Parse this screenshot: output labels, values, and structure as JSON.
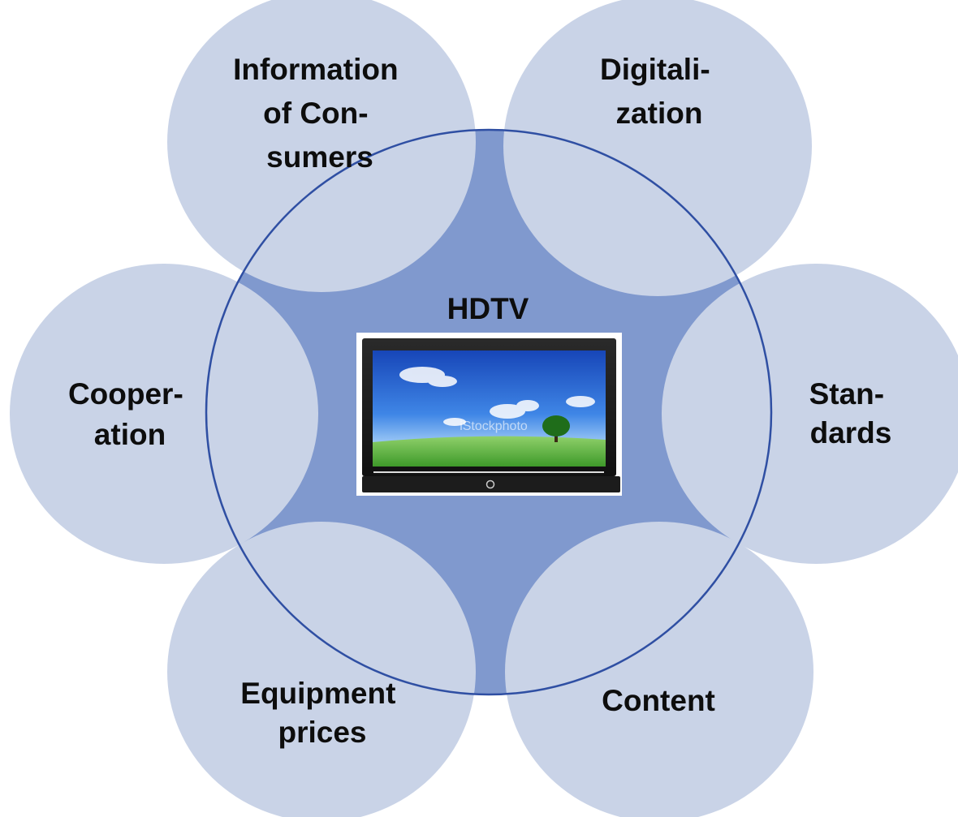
{
  "diagram": {
    "center": {
      "label": "HDTV"
    },
    "nodes": [
      {
        "id": "information",
        "lines": [
          "Information",
          "of Con-",
          "sumers"
        ]
      },
      {
        "id": "digitalization",
        "lines": [
          "Digitali-",
          "zation"
        ]
      },
      {
        "id": "standards",
        "lines": [
          "Stan-",
          "dards"
        ]
      },
      {
        "id": "content",
        "lines": [
          "Content"
        ]
      },
      {
        "id": "equipment",
        "lines": [
          "Equipment",
          "prices"
        ]
      },
      {
        "id": "cooperation",
        "lines": [
          "Cooper-",
          "ation"
        ]
      }
    ],
    "tv_watermark": "iStockphoto"
  },
  "colors": {
    "outer_circle_fill": "#c9d3e7",
    "overlap_fill": "#8099ce",
    "center_outline": "#2f4fa3",
    "text": "#0d0d0d"
  }
}
